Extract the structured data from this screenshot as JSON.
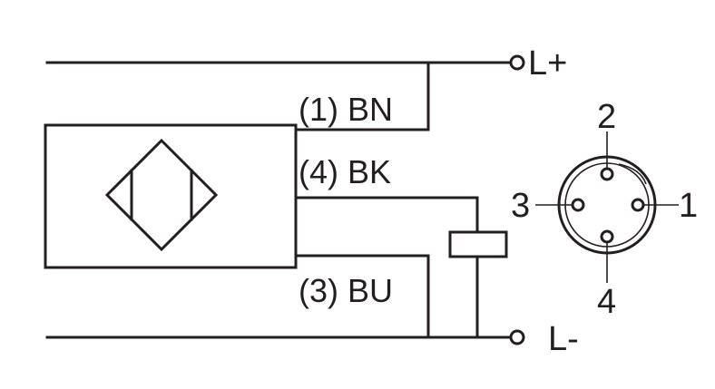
{
  "diagram": {
    "terminals": {
      "positive": "L+",
      "negative": "L-"
    },
    "wires": {
      "brown": "(1) BN",
      "black": "(4) BK",
      "blue": "(3) BU"
    },
    "connector_pins": {
      "top": "2",
      "left": "3",
      "right": "1",
      "bottom": "4"
    },
    "colors": {
      "line": "#231f20",
      "background": "#ffffff"
    }
  }
}
